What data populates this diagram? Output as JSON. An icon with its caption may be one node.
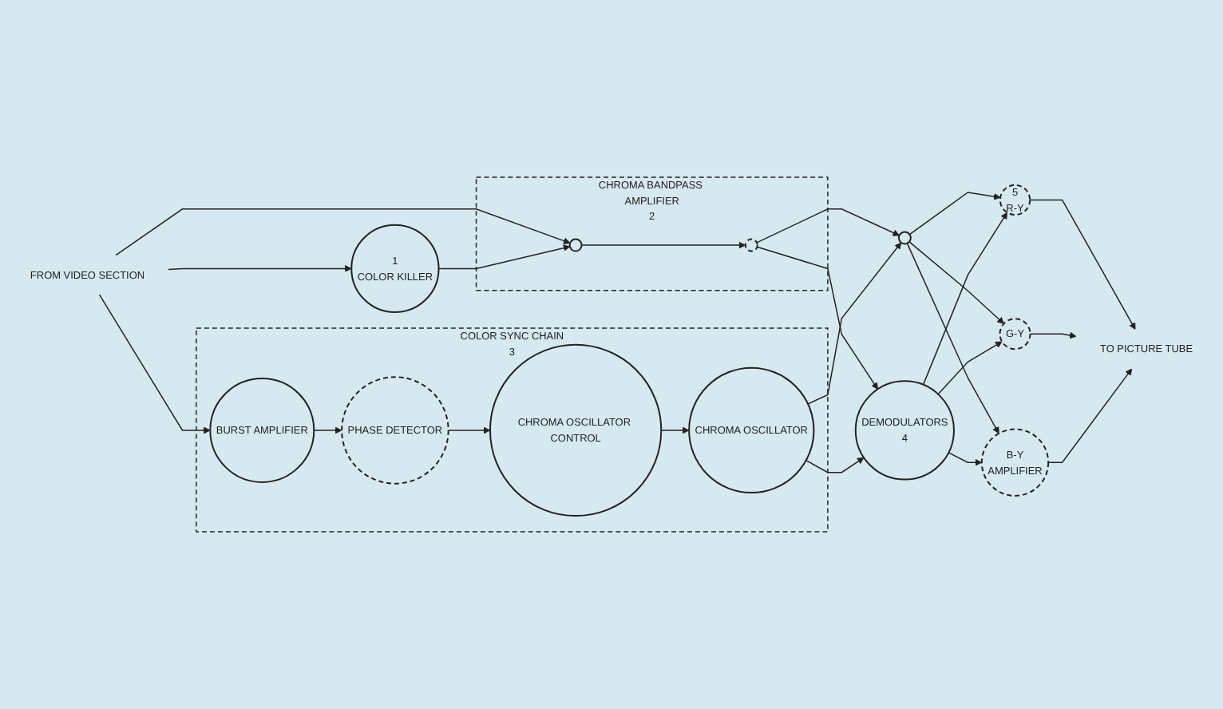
{
  "diagram": {
    "nodes": [
      {
        "text": [
          "FROM VIDEO SECTION"
        ]
      },
      {
        "text": [
          "CHROMA BANDPASS AMPLIFIER"
        ],
        "beside": [
          "2"
        ]
      },
      {
        "text": [],
        "shape": "circle",
        "in": 1
      },
      {
        "text": [],
        "shape": "circle",
        "in": 1
      },
      {
        "text": [
          "1",
          "COLOR KILLER"
        ]
      },
      {
        "text": [
          "COLOR SYNC CHAIN"
        ],
        "beside": [
          "3"
        ]
      },
      {
        "text": [
          "BURST AMPLIFIER"
        ],
        "in": 5
      },
      {
        "text": [
          "PHASE DETECTOR"
        ],
        "in": 5
      },
      {
        "text": [
          "CHROMA OSCILLATOR CONTROL"
        ],
        "in": 5
      },
      {
        "text": [
          "CHROMA OSCILLATOR"
        ],
        "in": 5
      },
      {
        "text": [],
        "shape": "circle"
      },
      {
        "text": [
          "DEMODULATORS",
          "4"
        ]
      },
      {
        "text": [
          "5",
          "R-Y"
        ]
      },
      {
        "text": [
          "G-Y"
        ]
      },
      {
        "text": [
          "B-Y",
          "AMPLIFIER"
        ]
      },
      {
        "text": [
          "TO PICTURE TUBE"
        ]
      }
    ],
    "edges": [
      {
        "from": 0,
        "to": 2,
        "arrow": "to"
      },
      {
        "from": 0,
        "to": 4,
        "arrow": "to"
      },
      {
        "from": 0,
        "to": 6,
        "arrow": "to"
      },
      {
        "from": 4,
        "to": 2,
        "arrow": "to"
      },
      {
        "from": 2,
        "to": 3,
        "arrow": "to"
      },
      {
        "from": 3,
        "to": 10,
        "arrow": "to"
      },
      {
        "from": 3,
        "to": 11,
        "arrow": "to"
      },
      {
        "from": 6,
        "to": 7,
        "arrow": "to"
      },
      {
        "from": 7,
        "to": 8,
        "arrow": "to"
      },
      {
        "from": 8,
        "to": 9,
        "arrow": "to"
      },
      {
        "from": 9,
        "to": 10,
        "arrow": "to"
      },
      {
        "from": 9,
        "to": 11,
        "arrow": "to"
      },
      {
        "from": 10,
        "to": 12,
        "arrow": "to"
      },
      {
        "from": 10,
        "to": 13,
        "arrow": "to"
      },
      {
        "from": 10,
        "to": 14,
        "arrow": "to"
      },
      {
        "from": 11,
        "to": 12,
        "arrow": "to"
      },
      {
        "from": 11,
        "to": 13,
        "arrow": "to"
      },
      {
        "from": 11,
        "to": 14,
        "arrow": "to"
      },
      {
        "from": 12,
        "to": 15,
        "arrow": "to"
      },
      {
        "from": 13,
        "to": 15,
        "arrow": "to"
      },
      {
        "from": 14,
        "to": 15,
        "arrow": "to"
      }
    ]
  }
}
